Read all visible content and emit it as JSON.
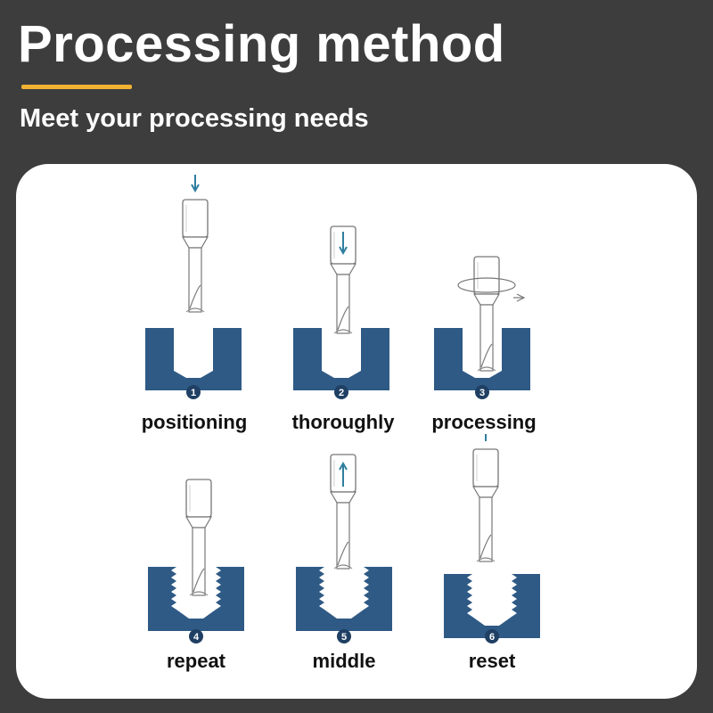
{
  "header": {
    "title": "Processing method",
    "subtitle": "Meet your processing needs"
  },
  "colors": {
    "background": "#3d3d3d",
    "accent": "#f0b233",
    "block": "#2f5a85",
    "arrow": "#2f7ea1",
    "badge": "#1f3f63"
  },
  "steps": [
    {
      "number": "1",
      "label": "positioning"
    },
    {
      "number": "2",
      "label": "thoroughly"
    },
    {
      "number": "3",
      "label": "processing"
    },
    {
      "number": "4",
      "label": "repeat"
    },
    {
      "number": "5",
      "label": "middle"
    },
    {
      "number": "6",
      "label": "reset"
    }
  ]
}
